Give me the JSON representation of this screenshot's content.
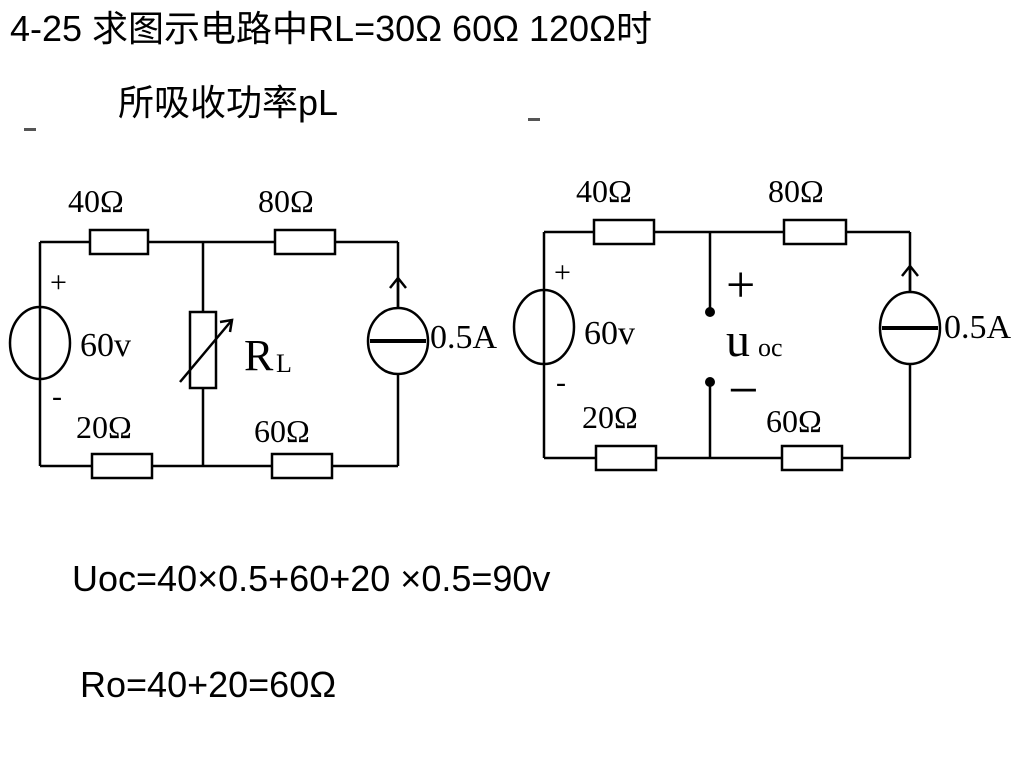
{
  "problem": {
    "title": "4-25 求图示电路中RL=30Ω 60Ω 120Ω时",
    "subtitle": "所吸收功率pL"
  },
  "circuit_left": {
    "r_top_left": "40Ω",
    "r_top_right": "80Ω",
    "r_bottom_left": "20Ω",
    "r_bottom_right": "60Ω",
    "voltage_source": "60v",
    "current_source": "0.5A",
    "load_label": "R",
    "load_subscript": "L",
    "plus": "+",
    "minus": "-"
  },
  "circuit_right": {
    "r_top_left": "40Ω",
    "r_top_right": "80Ω",
    "r_bottom_left": "20Ω",
    "r_bottom_right": "60Ω",
    "voltage_source": "60v",
    "current_source": "0.5A",
    "uoc_label": "u",
    "uoc_subscript": "oc",
    "uoc_plus": "+",
    "uoc_minus": "−",
    "plus": "+",
    "minus": "-"
  },
  "solution": {
    "uoc_equation": "Uoc=40×0.5+60+20 ×0.5=90v",
    "ro_equation": "Ro=40+20=60Ω"
  }
}
